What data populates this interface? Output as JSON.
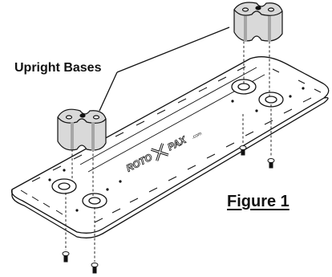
{
  "callout": {
    "label": "Upright Bases"
  },
  "figure": {
    "label": "Figure 1"
  },
  "logo": {
    "text_left": "ROTO",
    "text_right": "PAX",
    "text_suffix": ".com"
  },
  "colors": {
    "line": "#111111",
    "fill": "#ffffff",
    "upright_fill": "#d9d9d9",
    "upright_shade": "#a6a6a6"
  },
  "icons": {
    "mount_plate": "mount-plate-icon",
    "upright_base": "upright-base-icon",
    "screw": "screw-icon"
  }
}
